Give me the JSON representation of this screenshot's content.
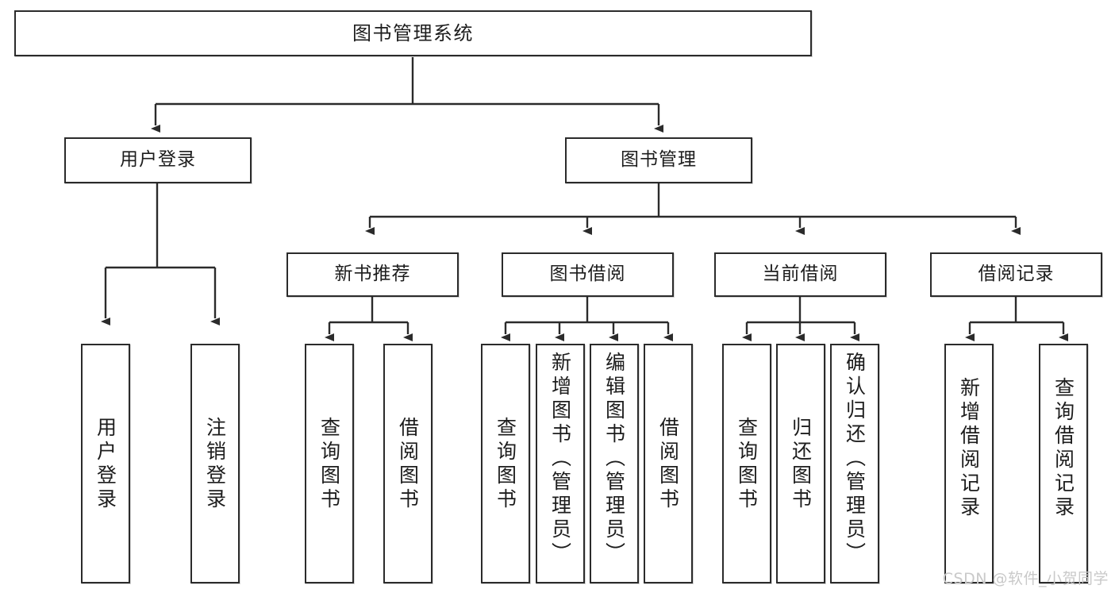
{
  "diagram": {
    "type": "tree-hierarchy",
    "title": "图书管理系统",
    "orientation": "top-down",
    "colors": {
      "background": "#ffffff",
      "node_border": "#2b2b2b",
      "node_fill": "#ffffff",
      "connector": "#2b2b2b",
      "text": "#1d1d1d",
      "watermark": "#c9c9c9"
    }
  },
  "root": {
    "label": "图书管理系统"
  },
  "level2": [
    {
      "label": "用户登录"
    },
    {
      "label": "图书管理"
    }
  ],
  "level3": [
    {
      "label": "新书推荐"
    },
    {
      "label": "图书借阅"
    },
    {
      "label": "当前借阅"
    },
    {
      "label": "借阅记录"
    }
  ],
  "leaves": {
    "user_login": [
      {
        "label": "用户登录"
      },
      {
        "label": "注销登录"
      }
    ],
    "new_book_recommend": [
      {
        "label": "查询图书"
      },
      {
        "label": "借阅图书"
      }
    ],
    "book_borrow": [
      {
        "label": "查询图书"
      },
      {
        "label": "新增图书（管理员）"
      },
      {
        "label": "编辑图书（管理员）"
      },
      {
        "label": "借阅图书"
      }
    ],
    "current_borrow": [
      {
        "label": "查询图书"
      },
      {
        "label": "归还图书"
      },
      {
        "label": "确认归还（管理员）"
      }
    ],
    "borrow_record": [
      {
        "label": "新增借阅记录"
      },
      {
        "label": "查询借阅记录"
      }
    ]
  },
  "watermark": {
    "text": "CSDN @软件_小贺同学"
  }
}
